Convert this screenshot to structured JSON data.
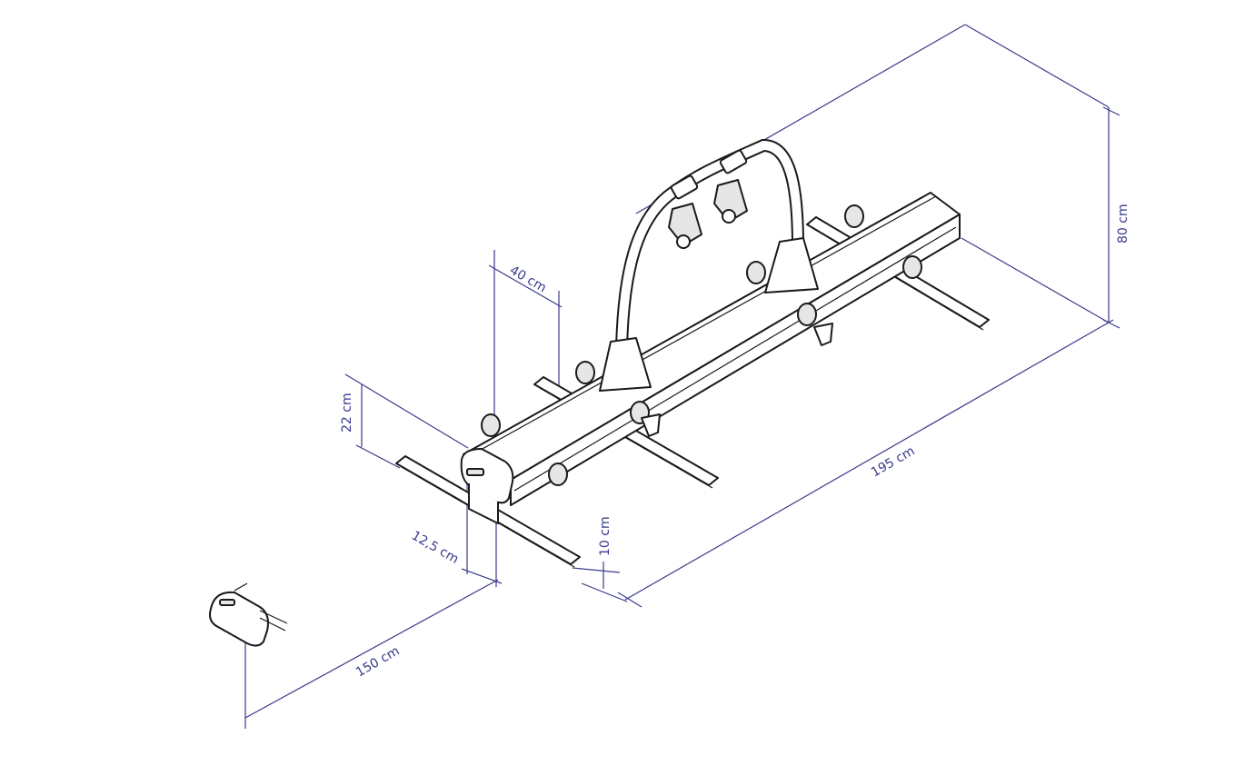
{
  "dimensions": {
    "total_length": "195 cm",
    "height": "80 cm",
    "wheel_spacing": "40 cm",
    "rail_height": "22 cm",
    "rail_width": "12,5 cm",
    "clearance": "10 cm",
    "depth": "150 cm"
  },
  "colors": {
    "dimension_lines": "#3a3a8c",
    "drawing_lines": "#1a1a1a"
  }
}
